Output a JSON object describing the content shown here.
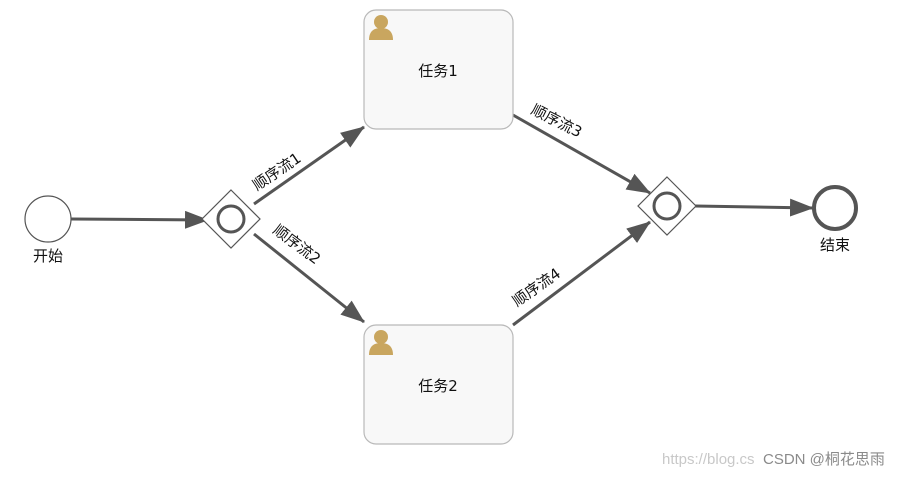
{
  "colors": {
    "flow": "#555555",
    "event_stroke": "#555555",
    "task_fill": "#f8f8f8",
    "task_stroke": "#b9b9b9",
    "user_icon": "#c9a65f",
    "watermark_light": "#c8c8c8",
    "watermark_dark": "#8a8a8a"
  },
  "nodes": {
    "start": {
      "label": "开始",
      "icon": "start-event"
    },
    "end": {
      "label": "结束",
      "icon": "end-event"
    },
    "gateway1": {
      "icon": "inclusive-gateway"
    },
    "gateway2": {
      "icon": "inclusive-gateway"
    },
    "task1": {
      "label": "任务1",
      "icon": "user-task-icon"
    },
    "task2": {
      "label": "任务2",
      "icon": "user-task-icon"
    }
  },
  "flows": {
    "flow1": {
      "label": "顺序流1"
    },
    "flow2": {
      "label": "顺序流2"
    },
    "flow3": {
      "label": "顺序流3"
    },
    "flow4": {
      "label": "顺序流4"
    }
  },
  "watermark": {
    "url": "https://blog.cs",
    "author": "CSDN @桐花思雨"
  }
}
